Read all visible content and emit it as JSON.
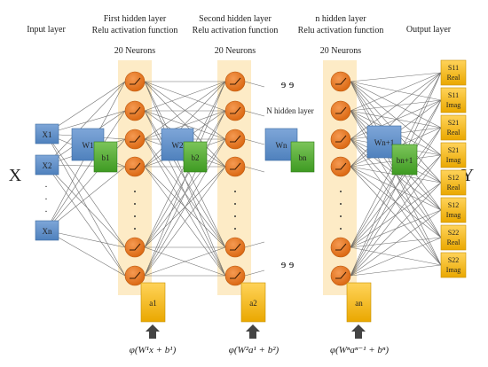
{
  "header": {
    "input": "Input layer",
    "h1_line1": "First hidden layer",
    "h1_line2": "Relu activation function",
    "h2_line1": "Second hidden layer",
    "h2_line2": "Relu activation function",
    "hn_line1": "n hidden layer",
    "hn_line2": "Relu activation function",
    "output": "Output layer"
  },
  "neuron_counts": {
    "h1": "20 Neurons",
    "h2": "20 Neurons",
    "hn": "20 Neurons"
  },
  "side_labels": {
    "x": "X",
    "y": "Y"
  },
  "ellipsis_top": "ɘ ɘ",
  "ellipsis_bottom": "ɘ ɘ",
  "middle_label": "N hidden layer",
  "inputs": [
    "X1",
    "X2",
    ".",
    ".",
    ".",
    "Xn"
  ],
  "weights": {
    "w1": "W1",
    "w2": "W2",
    "wn": "Wn",
    "wn1": "Wn+1"
  },
  "biases": {
    "b1": "b1",
    "b2": "b2",
    "bn": "bn",
    "bn1": "bn+1"
  },
  "activations": {
    "a1": "a1",
    "a2": "a2",
    "an": "an"
  },
  "formulas": {
    "f1": "φ(W¹x + b¹)",
    "f2": "φ(W²a¹ + b²)",
    "fn": "φ(Wⁿaⁿ⁻¹ + bⁿ)"
  },
  "outputs": [
    [
      "S11",
      "Real"
    ],
    [
      "S11",
      "Imag"
    ],
    [
      "S21",
      "Real"
    ],
    [
      "S21",
      "Imag"
    ],
    [
      "S12",
      "Real"
    ],
    [
      "S12",
      "Imag"
    ],
    [
      "S22",
      "Real"
    ],
    [
      "S22",
      "Imag"
    ]
  ],
  "colors": {
    "input_fill": "#4f81bd",
    "weight_fill": "#4f81bd",
    "bias_fill": "#4ea72e",
    "neuron_fill": "#e46c0a",
    "band_fill": "#fdebc6",
    "output_fill": "#f0b400",
    "act_fill": "#f0b400",
    "line": "#555555"
  }
}
